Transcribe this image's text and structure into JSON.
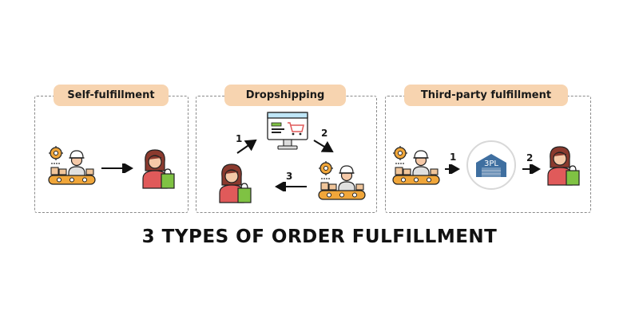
{
  "title": "3 TYPES OF ORDER FULFILLMENT",
  "panels": [
    {
      "label": "Self-fulfillment"
    },
    {
      "label": "Dropshipping",
      "steps": [
        "1",
        "2",
        "3"
      ]
    },
    {
      "label": "Third-party fulfillment",
      "steps": [
        "1",
        "2"
      ],
      "warehouse_label": "3PL"
    }
  ],
  "colors": {
    "tag": "#f7d4b0",
    "skin": "#f5c9a8",
    "hair": "#8b3a2e",
    "shirt": "#e05a5a",
    "bag": "#7fc243",
    "gear": "#f0a63a",
    "box": "#f0c59a",
    "warehouse": "#3f6fa0"
  },
  "icons": [
    "factory-worker-icon",
    "shopper-icon",
    "computer-shop-icon",
    "warehouse-3pl-icon",
    "arrow-icon"
  ]
}
